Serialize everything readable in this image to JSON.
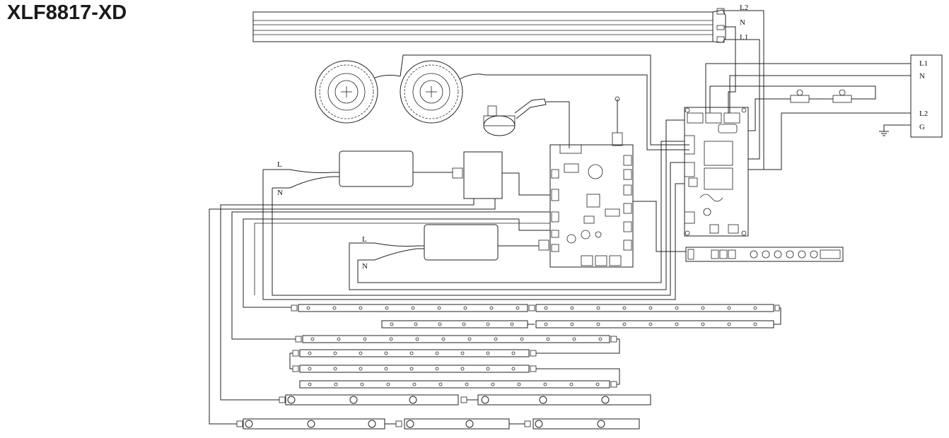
{
  "title": "XLF8817-XD",
  "top_labels": {
    "l2": "L2",
    "n": "N",
    "l1": "L1"
  },
  "mains_box": {
    "l1": "L1",
    "n": "N",
    "l2": "L2",
    "g": "G"
  },
  "driver_upper": {
    "l": "L",
    "n": "N"
  },
  "driver_lower": {
    "l": "L",
    "n": "N"
  }
}
